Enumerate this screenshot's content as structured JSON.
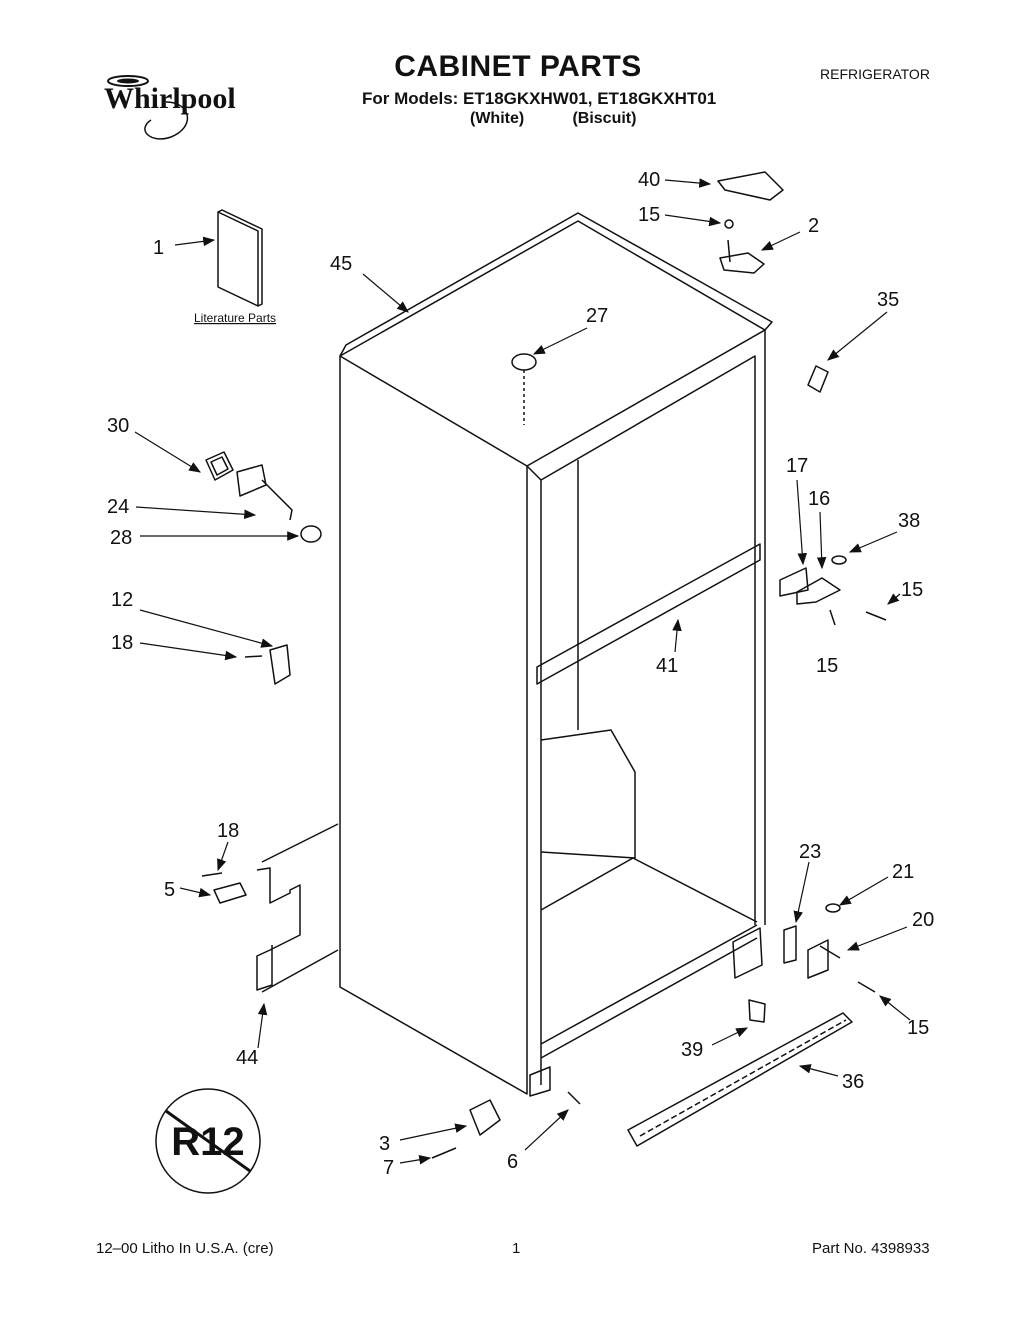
{
  "header": {
    "title": "CABINET PARTS",
    "models": "For Models: ET18GKXHW01, ET18GKXHT01",
    "variant_white": "(White)",
    "variant_biscuit": "(Biscuit)",
    "category": "REFRIGERATOR",
    "brand": "Whirlpool"
  },
  "footer": {
    "litho": "12–00 Litho In U.S.A. (cre)",
    "page": "1",
    "part_no": "Part No. 4398933"
  },
  "callouts": {
    "c1": "1",
    "c2": "2",
    "c3": "3",
    "c5": "5",
    "c6": "6",
    "c7": "7",
    "c12": "12",
    "c15a": "15",
    "c15b": "15",
    "c15c": "15",
    "c15d": "15",
    "c16": "16",
    "c17": "17",
    "c18a": "18",
    "c18b": "18",
    "c20": "20",
    "c21": "21",
    "c23": "23",
    "c24": "24",
    "c27": "27",
    "c28": "28",
    "c30": "30",
    "c35": "35",
    "c36": "36",
    "c38": "38",
    "c39": "39",
    "c40": "40",
    "c41": "41",
    "c44": "44",
    "c45": "45"
  },
  "literature_label": "Literature Parts",
  "r12_mark": "R12"
}
